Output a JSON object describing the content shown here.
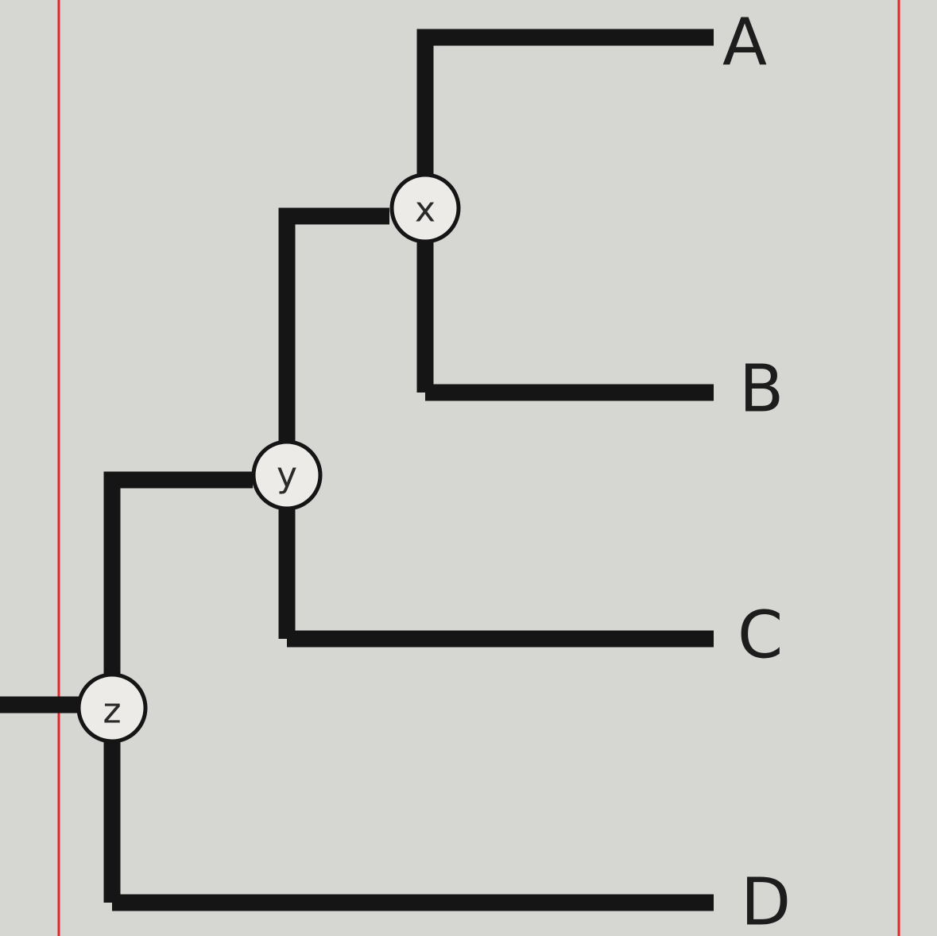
{
  "diagram": {
    "type": "phylogenetic-tree",
    "colors": {
      "background": "#d6d6d2",
      "branch": "#151515",
      "margin_line": "#e0282c",
      "node_fill": "#ecebe7"
    },
    "nodes": [
      {
        "id": "x",
        "label": "x",
        "children": [
          "A",
          "B"
        ]
      },
      {
        "id": "y",
        "label": "y",
        "children": [
          "x",
          "C"
        ]
      },
      {
        "id": "z",
        "label": "z",
        "children": [
          "y",
          "D"
        ]
      }
    ],
    "leaves": [
      {
        "id": "A",
        "label": "A"
      },
      {
        "id": "B",
        "label": "B"
      },
      {
        "id": "C",
        "label": "C"
      },
      {
        "id": "D",
        "label": "D"
      }
    ]
  }
}
